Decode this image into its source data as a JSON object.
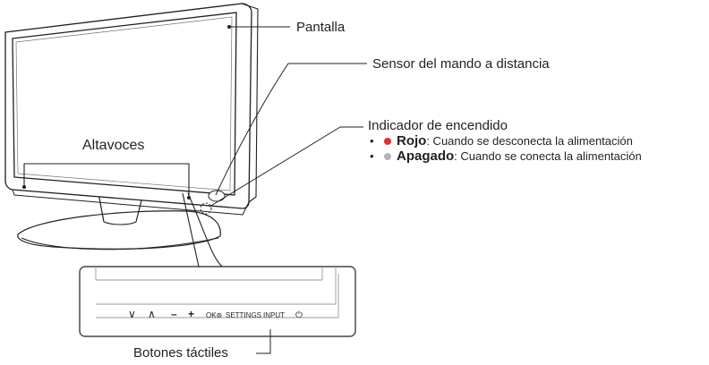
{
  "labels": {
    "screen": "Pantalla",
    "remote_sensor": "Sensor del mando a distancia",
    "power_indicator": "Indicador de encendido",
    "speakers": "Altavoces",
    "touch_buttons": "Botones táctiles"
  },
  "indicator_states": [
    {
      "bullet": "•",
      "state": "Rojo",
      "description": ": Cuando se desconecta la alimentación",
      "color": "#e4312b"
    },
    {
      "bullet": "•",
      "state": "Apagado",
      "description": ": Cuando se conecta la alimentación",
      "color": "#b3b3b3"
    }
  ],
  "buttons": {
    "down": "∨",
    "up": "∧",
    "minus": "–",
    "plus": "+",
    "ok": "OK⊛",
    "settings": "SETTINGS",
    "input": "INPUT",
    "power": "⏻"
  }
}
